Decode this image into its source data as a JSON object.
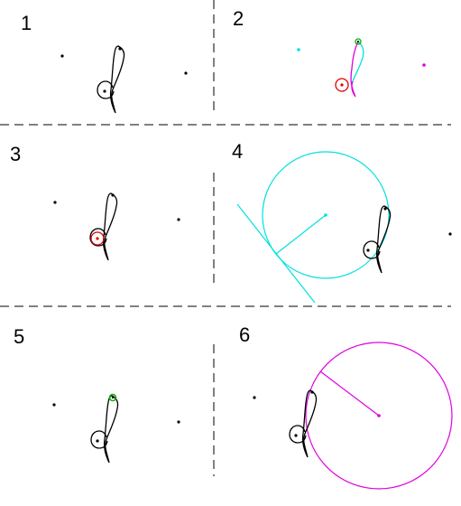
{
  "panels": [
    {
      "label": "1"
    },
    {
      "label": "2"
    },
    {
      "label": "3"
    },
    {
      "label": "4"
    },
    {
      "label": "5"
    },
    {
      "label": "6"
    }
  ],
  "colors": {
    "ink": "#000000",
    "cyan": "#00e0e0",
    "magenta": "#e000e0",
    "red": "#e00000",
    "green": "#00b000"
  }
}
